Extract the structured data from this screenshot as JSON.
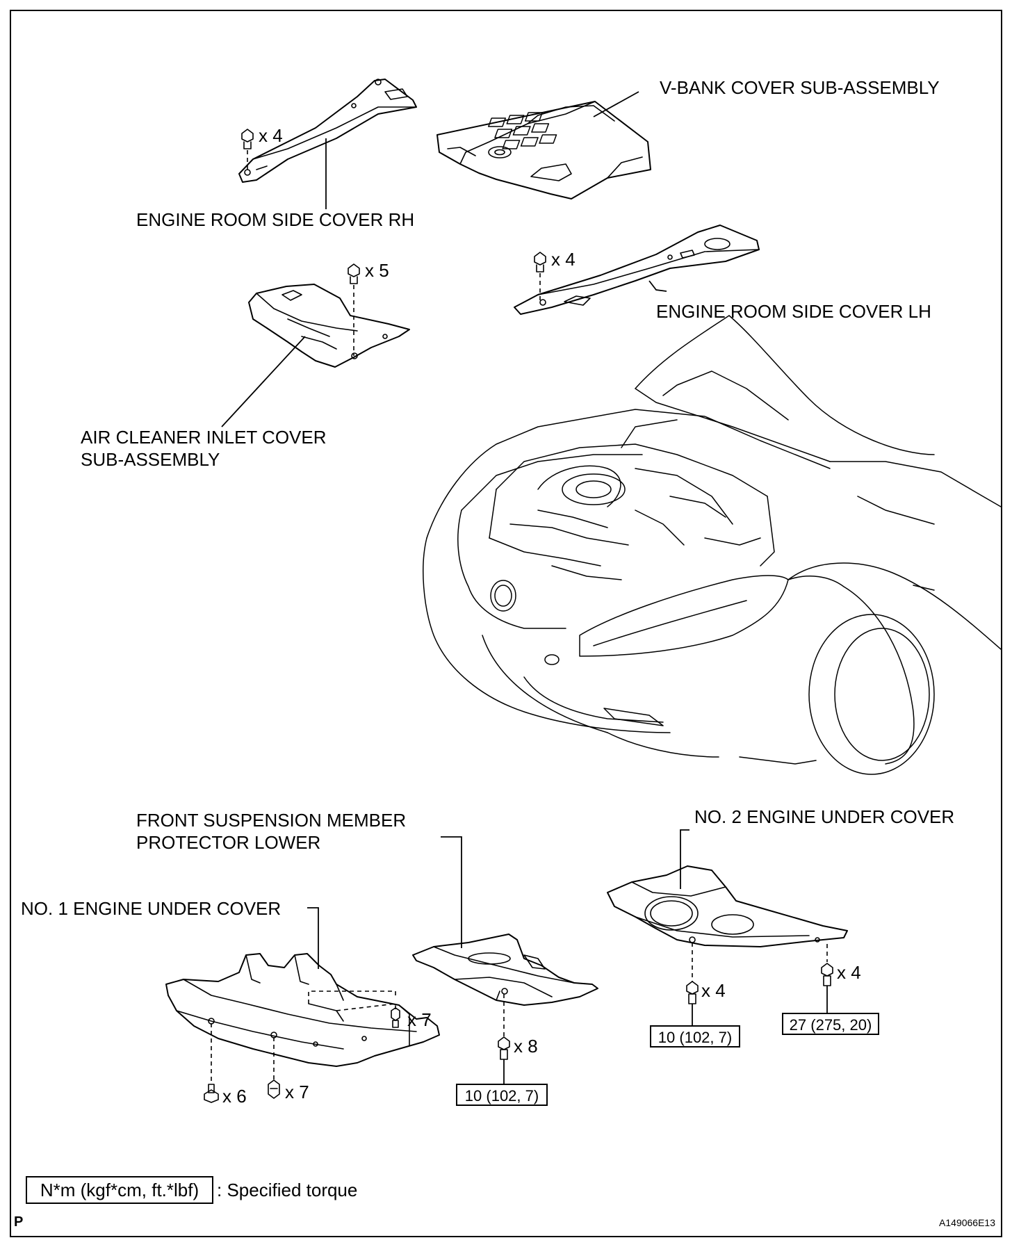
{
  "labels": {
    "v_bank_cover": "V-BANK COVER SUB-ASSEMBLY",
    "side_cover_rh": "ENGINE ROOM SIDE COVER RH",
    "side_cover_lh": "ENGINE ROOM SIDE COVER LH",
    "air_cleaner_line1": "AIR CLEANER INLET COVER",
    "air_cleaner_line2": "SUB-ASSEMBLY",
    "front_susp_line1": "FRONT SUSPENSION MEMBER",
    "front_susp_line2": "PROTECTOR LOWER",
    "engine_under_cover_2": "NO. 2 ENGINE UNDER COVER",
    "engine_under_cover_1": "NO. 1 ENGINE UNDER COVER"
  },
  "fasteners": {
    "rh_clip": "x 4",
    "lh_clip": "x 4",
    "air_clip": "x 5",
    "uc1_bolt_a": "x 7",
    "uc1_bolt_b": "x 6",
    "uc1_bolt_c": "x 7",
    "fs_bolt": "x 8",
    "uc2_bolt_a": "x 4",
    "uc2_bolt_b": "x 4"
  },
  "torques": {
    "fs": "10 (102, 7)",
    "uc2_a": "10 (102, 7)",
    "uc2_b": "27 (275, 20)"
  },
  "legend": {
    "box": "N*m (kgf*cm, ft.*lbf)",
    "text": ": Specified torque"
  },
  "footer": {
    "left": "P",
    "right": "A149066E13"
  }
}
